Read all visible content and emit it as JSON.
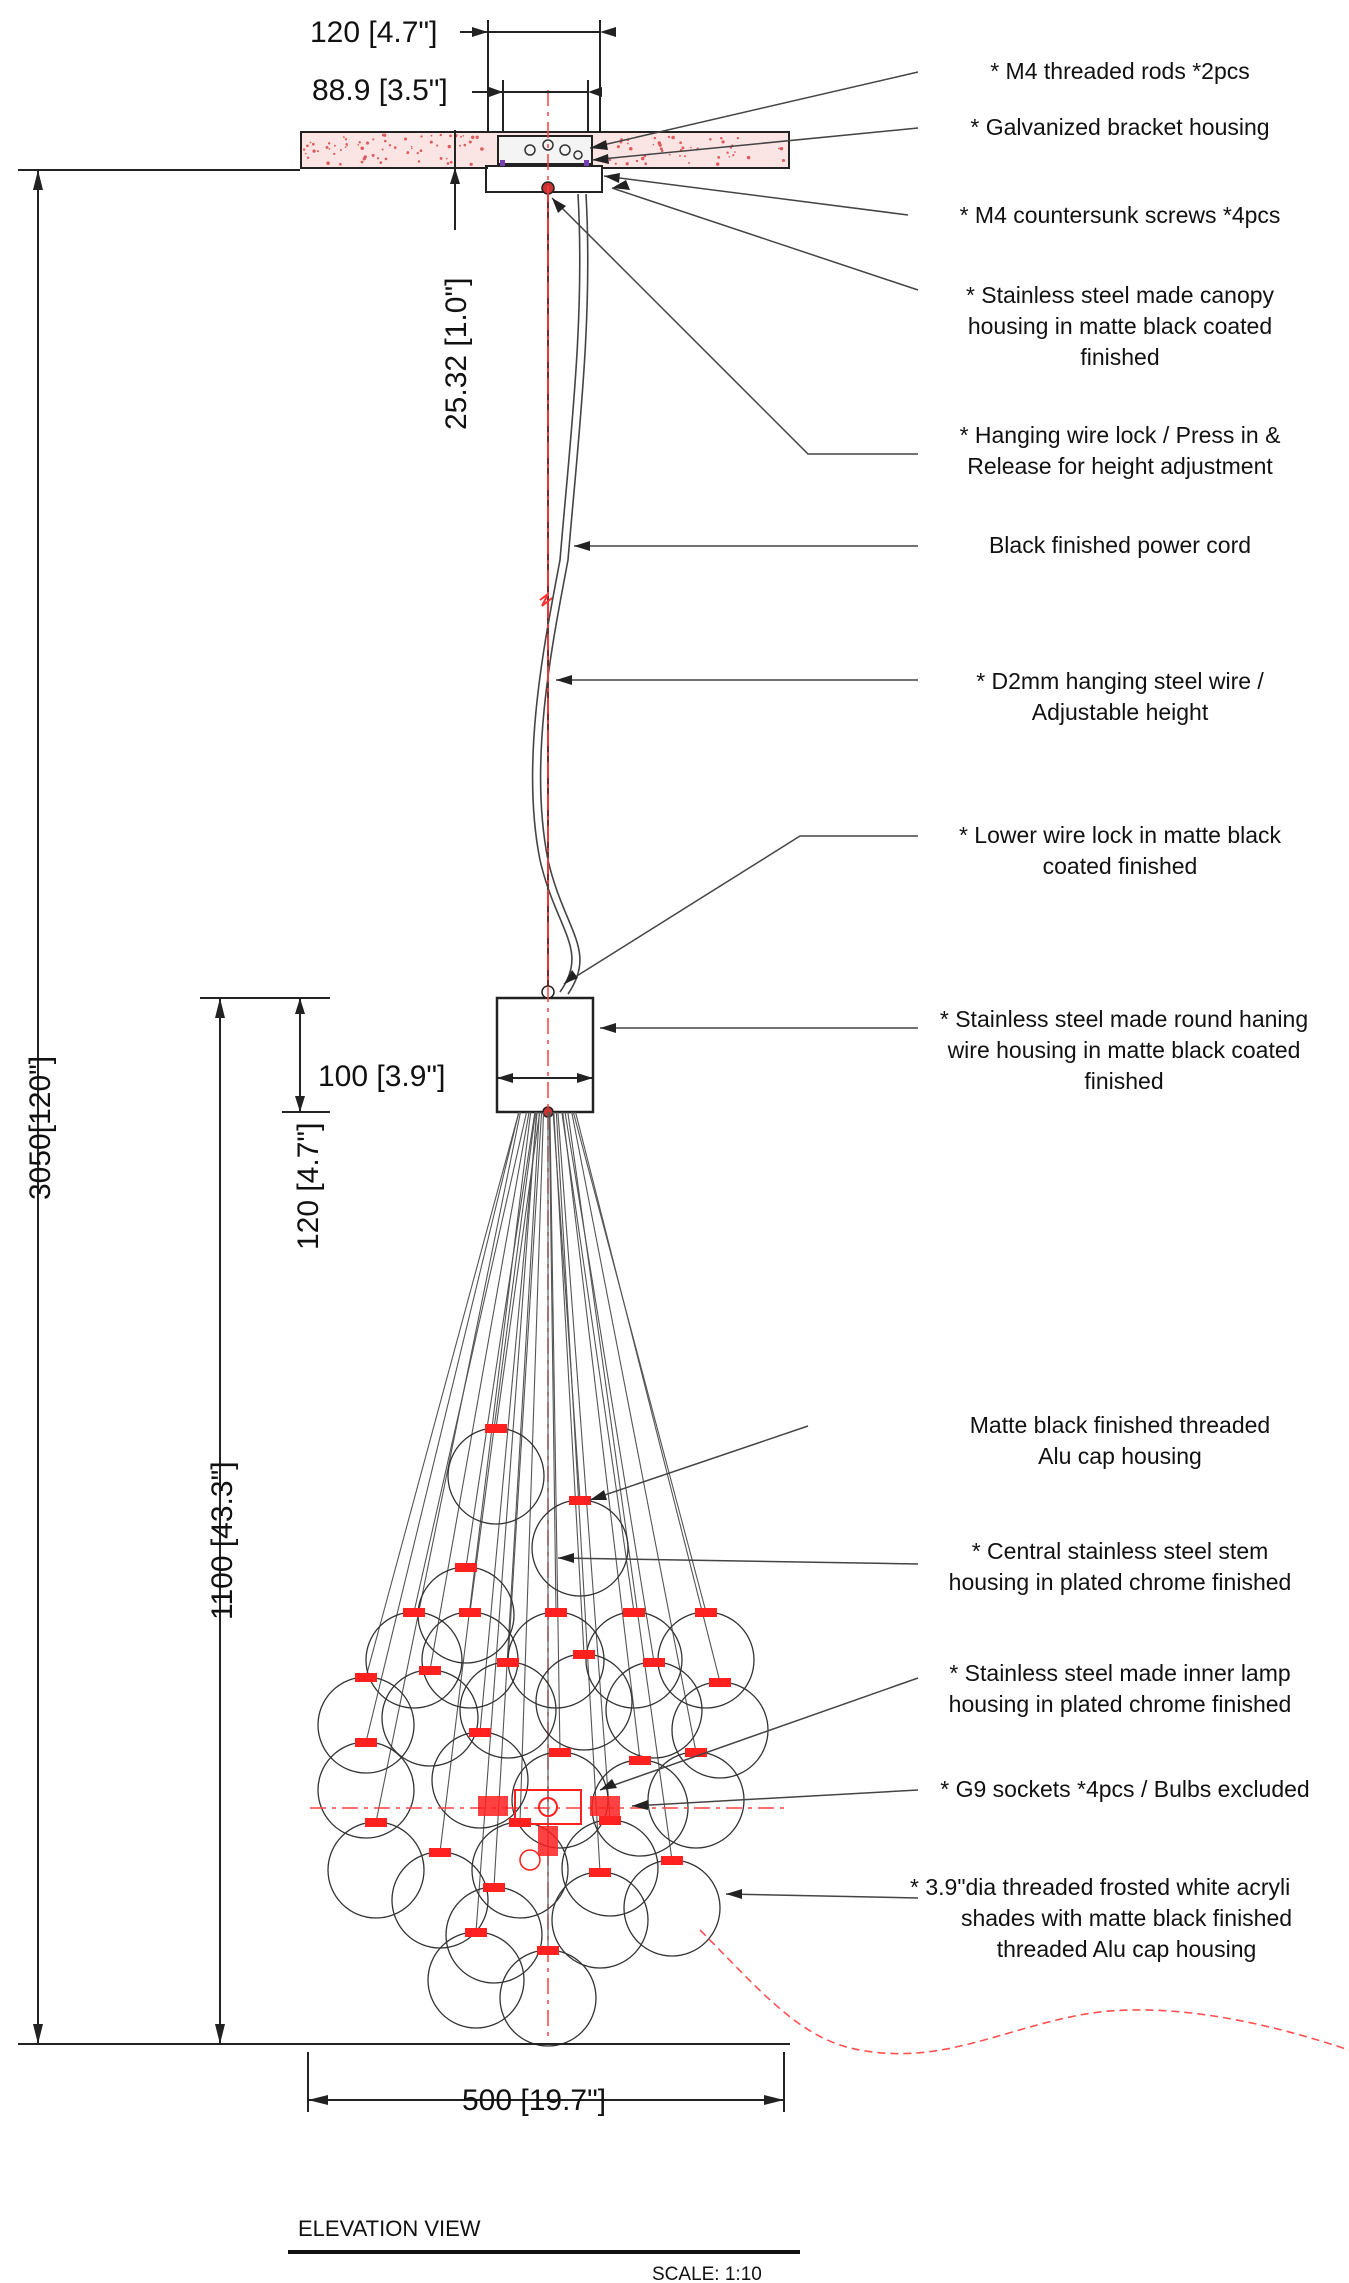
{
  "dimensions": {
    "top_width": "120 [4.7\"]",
    "bracket_width": "88.9 [3.5\"]",
    "canopy_height": "25.32 [1.0\"]",
    "overall_height": "3050[120\"]",
    "housing_width": "100 [3.9\"]",
    "housing_height": "120 [4.7\"]",
    "cluster_height": "1100 [43.3\"]",
    "bottom_width": "500 [19.7\"]"
  },
  "annotations": [
    {
      "id": "threaded-rods",
      "lines": [
        "* M4 threaded rods *2pcs"
      ]
    },
    {
      "id": "bracket-housing",
      "lines": [
        "* Galvanized bracket housing"
      ]
    },
    {
      "id": "countersunk-screws",
      "lines": [
        "* M4 countersunk screws *4pcs"
      ]
    },
    {
      "id": "canopy-housing",
      "lines": [
        "* Stainless steel made canopy",
        "housing in matte black coated",
        "finished"
      ]
    },
    {
      "id": "wire-lock",
      "lines": [
        "* Hanging wire lock / Press in &",
        "Release for height adjustment"
      ]
    },
    {
      "id": "power-cord",
      "lines": [
        "Black finished power cord"
      ]
    },
    {
      "id": "steel-wire",
      "lines": [
        "* D2mm hanging steel wire /",
        "Adjustable height"
      ]
    },
    {
      "id": "lower-wire-lock",
      "lines": [
        "* Lower wire lock in matte black",
        "coated finished"
      ]
    },
    {
      "id": "round-housing",
      "lines": [
        "* Stainless steel made round haning",
        "wire housing in matte black coated",
        "finished"
      ]
    },
    {
      "id": "alu-cap",
      "lines": [
        "Matte black finished threaded",
        "Alu cap housing"
      ]
    },
    {
      "id": "central-stem",
      "lines": [
        "* Central stainless steel stem",
        "housing in plated chrome finished"
      ]
    },
    {
      "id": "inner-lamp",
      "lines": [
        "* Stainless steel made inner lamp",
        "housing in plated chrome finished"
      ]
    },
    {
      "id": "g9-sockets",
      "lines": [
        "* G9 sockets *4pcs / Bulbs excluded"
      ]
    },
    {
      "id": "acrylic-shades",
      "lines": [
        "* 3.9\"dia threaded frosted white acryli",
        "shades with matte black finished",
        "threaded Alu cap housing"
      ]
    }
  ],
  "title": {
    "view": "ELEVATION VIEW",
    "scale": "SCALE: 1:10"
  },
  "colors": {
    "line": "#111111",
    "accent": "#ff2020",
    "globe": "#333333"
  }
}
